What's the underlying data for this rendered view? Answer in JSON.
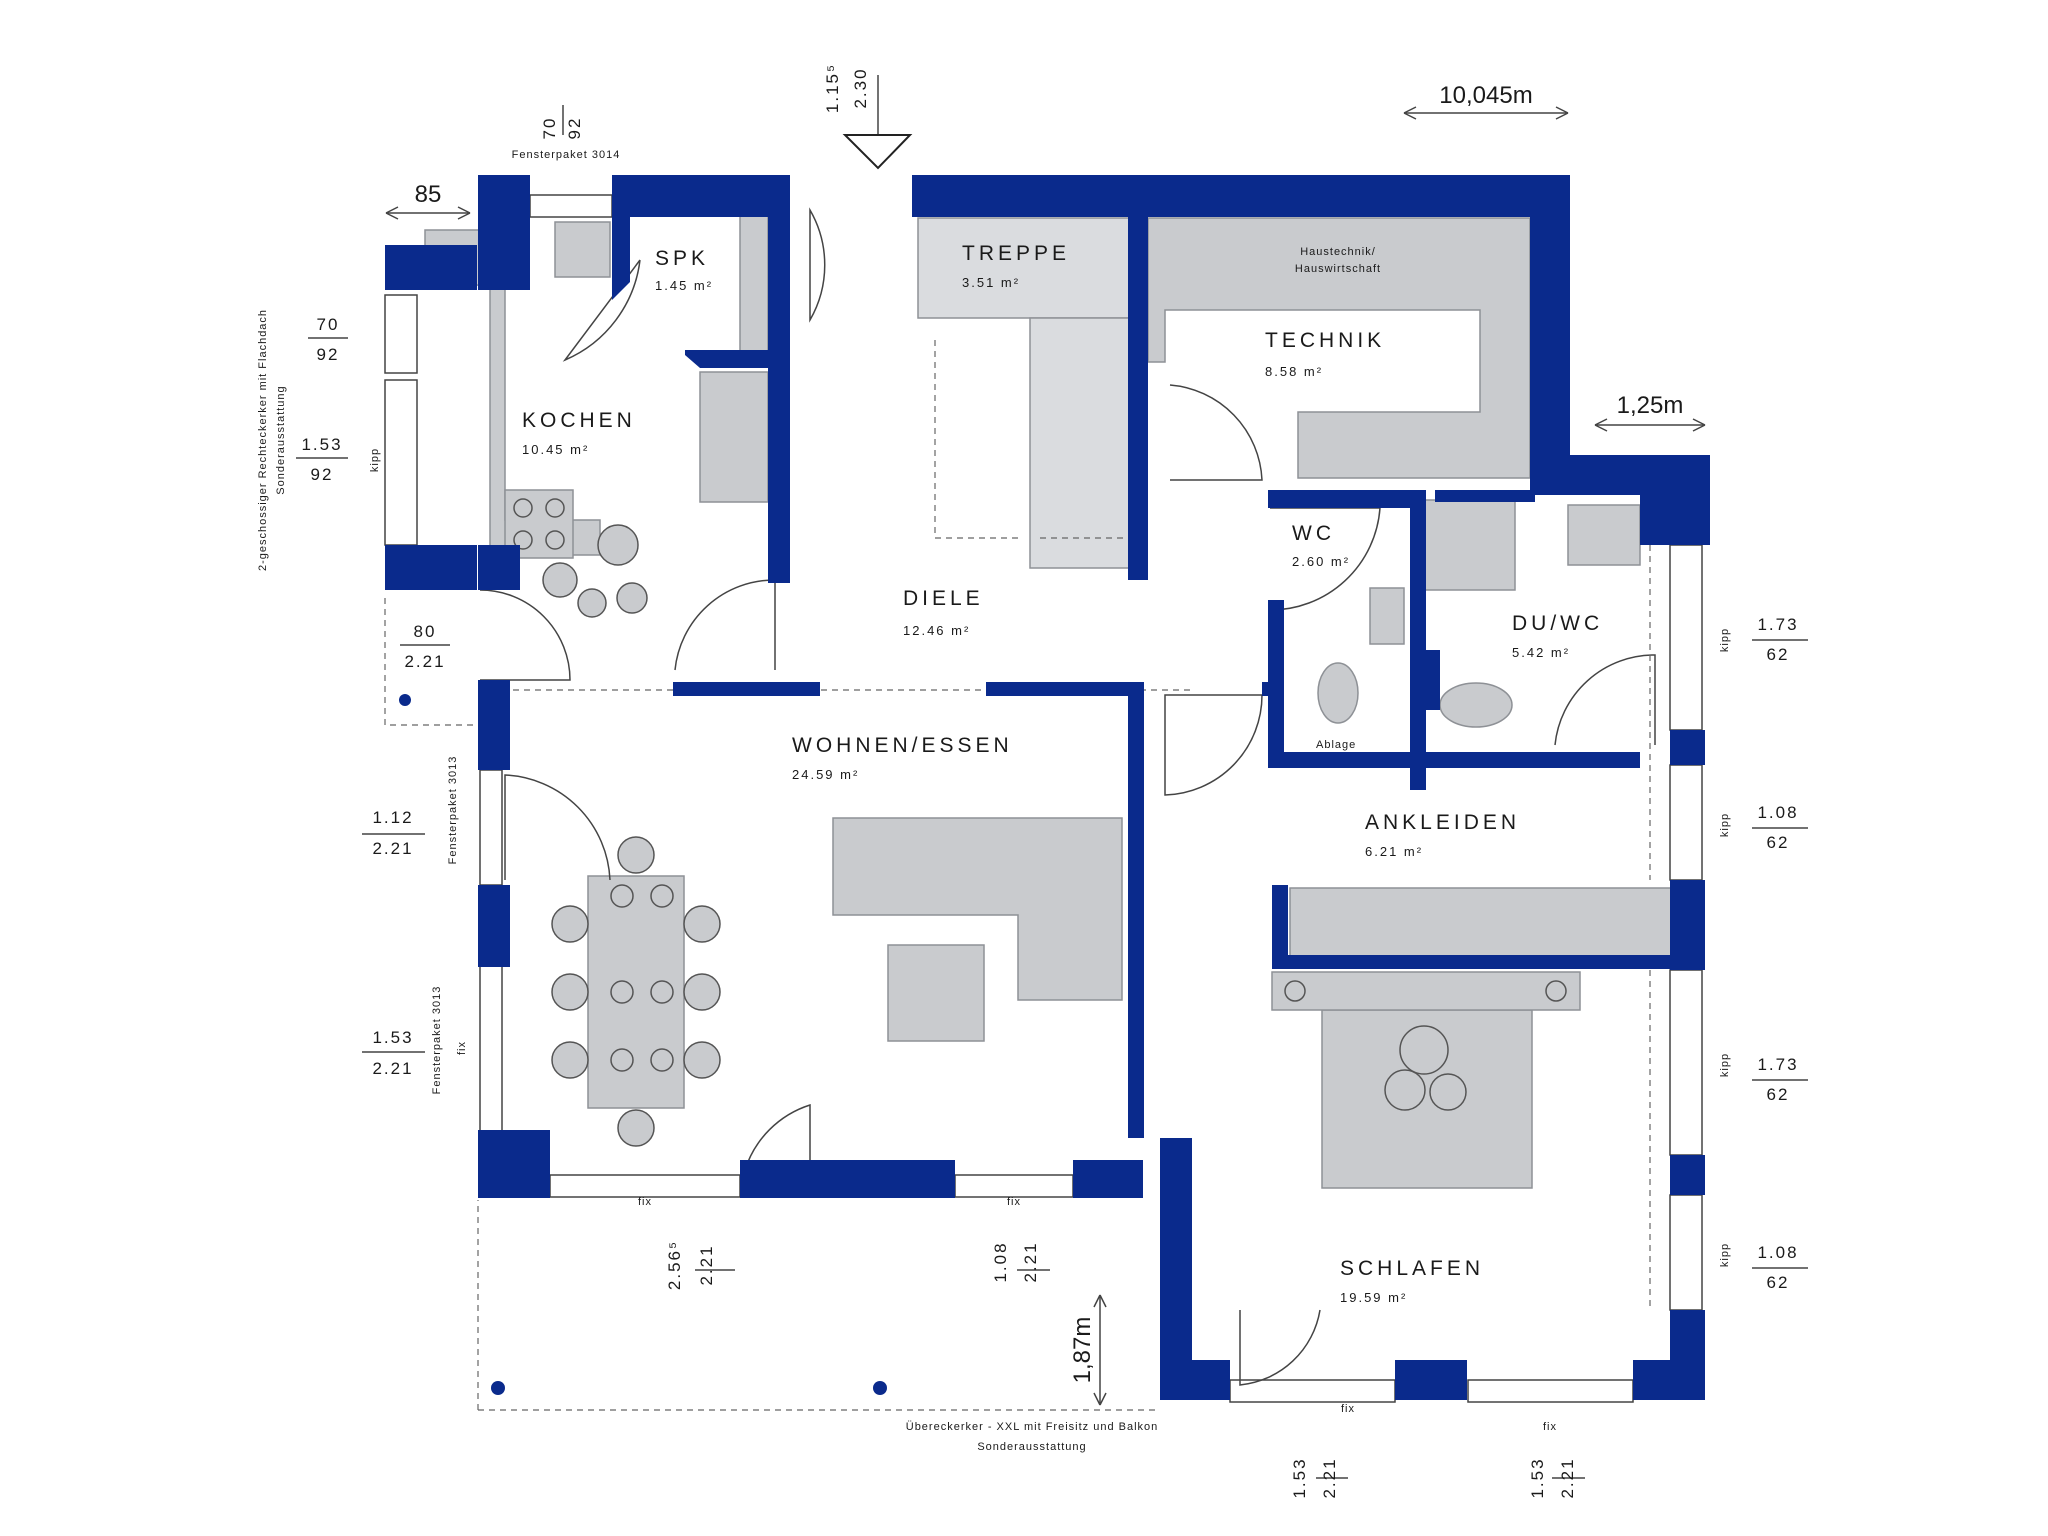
{
  "colors": {
    "wall": "#0a2a8c",
    "furniture": "#c9cbce",
    "furniture_stroke": "#8e9196",
    "line": "#333333"
  },
  "rooms": {
    "spk": {
      "name": "SPK",
      "area": "1.45 m²"
    },
    "treppe": {
      "name": "TREPPE",
      "area": "3.51 m²"
    },
    "haustechnik": {
      "line1": "Haustechnik/",
      "line2": "Hauswirtschaft"
    },
    "technik": {
      "name": "TECHNIK",
      "area": "8.58 m²"
    },
    "kochen": {
      "name": "KOCHEN",
      "area": "10.45 m²"
    },
    "diele": {
      "name": "DIELE",
      "area": "12.46 m²"
    },
    "wc": {
      "name": "WC",
      "area": "2.60 m²"
    },
    "duwc": {
      "name": "DU/WC",
      "area": "5.42 m²"
    },
    "wohnen": {
      "name": "WOHNEN/ESSEN",
      "area": "24.59 m²"
    },
    "ankleiden": {
      "name": "ANKLEIDEN",
      "area": "6.21 m²"
    },
    "schlafen": {
      "name": "SCHLAFEN",
      "area": "19.59 m²"
    }
  },
  "dimensions": {
    "overall_width": "10,045m",
    "offset_85": "85",
    "offset_125": "1,25m",
    "offset_187": "1,87m"
  },
  "windows": {
    "top_kitchen": {
      "top": "70",
      "bottom": "92",
      "note": "Fensterpaket 3014"
    },
    "entry": {
      "top": "1.15⁵",
      "bottom": "2.30"
    },
    "left_1": {
      "top": "70",
      "bottom": "92"
    },
    "left_2": {
      "top": "1.53",
      "bottom": "92",
      "mode": "kipp"
    },
    "left_3": {
      "top": "80",
      "bottom": "2.21"
    },
    "left_4": {
      "top": "1.12",
      "bottom": "2.21",
      "note": "Fensterpaket 3013"
    },
    "left_5": {
      "top": "1.53",
      "bottom": "2.21",
      "note": "Fensterpaket 3013",
      "mode": "fix"
    },
    "bottom_1": {
      "top": "2.56⁵",
      "bottom": "2.21",
      "mode": "fix"
    },
    "bottom_2": {
      "top": "1.08",
      "bottom": "2.21",
      "mode": "fix"
    },
    "bottom_3": {
      "top": "1.53",
      "bottom": "2.21",
      "mode": "fix"
    },
    "bottom_4": {
      "top": "1.53",
      "bottom": "2.21",
      "mode": "fix"
    },
    "right_1": {
      "top": "1.73",
      "bottom": "62",
      "mode": "kipp"
    },
    "right_2": {
      "top": "1.08",
      "bottom": "62",
      "mode": "kipp"
    },
    "right_3": {
      "top": "1.73",
      "bottom": "62",
      "mode": "kipp"
    },
    "right_4": {
      "top": "1.08",
      "bottom": "62",
      "mode": "kipp"
    }
  },
  "notes": {
    "erker_left": "2-geschossiger Rechteckerker mit Flachdach",
    "erker_left_2": "Sonderausstattung",
    "erker_bottom": "Übereckerker - XXL mit Freisitz und Balkon",
    "erker_bottom_2": "Sonderausstattung",
    "ablage": "Ablage"
  },
  "icons": [
    "entry-arrow-icon",
    "stove-icon",
    "sink-icon",
    "toilet-icon",
    "washbasin-icon",
    "shower-tray-icon",
    "bed-icon",
    "sofa-icon",
    "dining-table-icon"
  ]
}
